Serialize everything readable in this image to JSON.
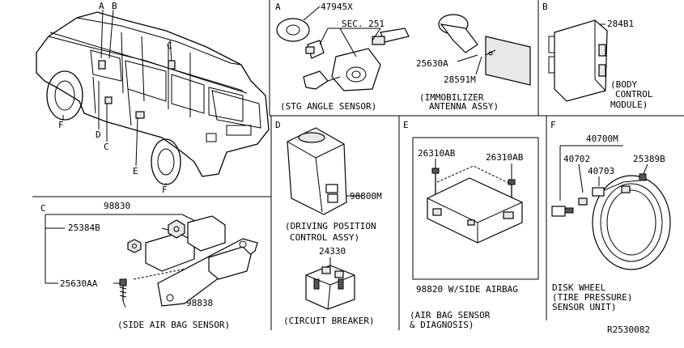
{
  "panels": {
    "vehicle": {
      "callouts": [
        "A",
        "B",
        "C",
        "D",
        "E",
        "F",
        "F"
      ]
    },
    "a": {
      "letter": "A",
      "parts": [
        "47945X",
        "SEC. 251",
        "25630A",
        "28591M"
      ],
      "captions": [
        "(STG ANGLE SENSOR)",
        "(IMMOBILIZER",
        "ANTENNA ASSY)"
      ]
    },
    "b": {
      "letter": "B",
      "parts": [
        "284B1"
      ],
      "captions": [
        "(BODY",
        "CONTROL",
        "MODULE)"
      ]
    },
    "c": {
      "letter": "C",
      "parts": [
        "98830",
        "25384B",
        "25630AA",
        "98838"
      ],
      "captions": [
        "(SIDE AIR BAG SENSOR)"
      ]
    },
    "d": {
      "letter": "D",
      "parts": [
        "98800M",
        "24330"
      ],
      "captions": [
        "(DRIVING POSITION",
        "CONTROL ASSY)",
        "(CIRCUIT BREAKER)"
      ]
    },
    "e": {
      "letter": "E",
      "parts": [
        "26310AB",
        "26310AB",
        "98820 W/SIDE AIRBAG"
      ],
      "captions": [
        "(AIR BAG SENSOR",
        "& DIAGNOSIS)"
      ]
    },
    "f": {
      "letter": "F",
      "parts": [
        "40700M",
        "40702",
        "40703",
        "25389B"
      ],
      "captions": [
        "DISK WHEEL",
        "(TIRE PRESSURE)",
        "SENSOR UNIT)"
      ]
    }
  },
  "diagram_id": "R2530082"
}
